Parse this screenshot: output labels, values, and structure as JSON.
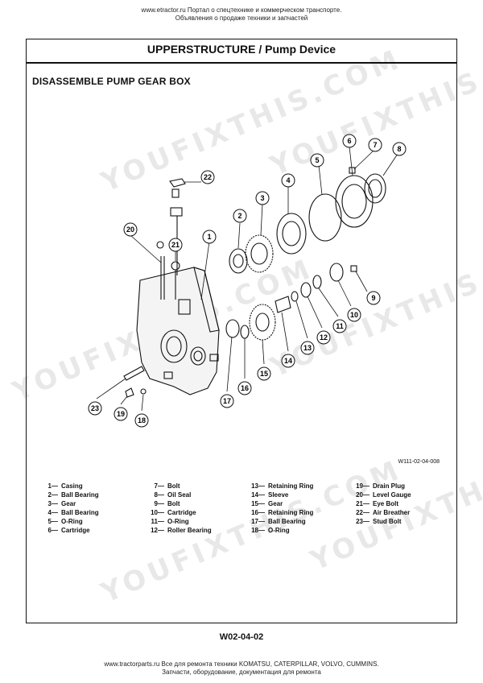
{
  "top_note": {
    "line1": "www.etractor.ru Портал о спецтехнике и коммерческом транспорте.",
    "line2": "Объявления о продаже техники и запчастей"
  },
  "section_title": "UPPERSTRUCTURE / Pump Device",
  "subtitle": "DISASSEMBLE PUMP GEAR BOX",
  "figure_code": "W111-02-04-008",
  "callouts": [
    "1",
    "2",
    "3",
    "4",
    "5",
    "6",
    "7",
    "8",
    "9",
    "10",
    "11",
    "12",
    "13",
    "14",
    "15",
    "16",
    "17",
    "18",
    "19",
    "20",
    "21",
    "22",
    "23"
  ],
  "parts": [
    {
      "no": "1—",
      "name": "Casing"
    },
    {
      "no": "7—",
      "name": "Bolt"
    },
    {
      "no": "13—",
      "name": "Retaining Ring"
    },
    {
      "no": "19—",
      "name": "Drain Plug"
    },
    {
      "no": "2—",
      "name": "Ball Bearing"
    },
    {
      "no": "8—",
      "name": "Oil Seal"
    },
    {
      "no": "14—",
      "name": "Sleeve"
    },
    {
      "no": "20—",
      "name": "Level Gauge"
    },
    {
      "no": "3—",
      "name": "Gear"
    },
    {
      "no": "9—",
      "name": "Bolt"
    },
    {
      "no": "15—",
      "name": "Gear"
    },
    {
      "no": "21—",
      "name": "Eye Bolt"
    },
    {
      "no": "4—",
      "name": "Ball Bearing"
    },
    {
      "no": "10—",
      "name": "Cartridge"
    },
    {
      "no": "16—",
      "name": "Retaining Ring"
    },
    {
      "no": "22—",
      "name": "Air Breather"
    },
    {
      "no": "5—",
      "name": "O-Ring"
    },
    {
      "no": "11—",
      "name": "O-Ring"
    },
    {
      "no": "17—",
      "name": "Ball Bearing"
    },
    {
      "no": "23—",
      "name": "Stud Bolt"
    },
    {
      "no": "6—",
      "name": "Cartridge"
    },
    {
      "no": "12—",
      "name": "Roller Bearing"
    },
    {
      "no": "18—",
      "name": "O-Ring"
    },
    {
      "no": "",
      "name": ""
    }
  ],
  "page_number": "W02-04-02",
  "bottom_note": {
    "line1": "www.tractorparts.ru Все для ремонта техники KOMATSU, CATERPILLAR, VOLVO, CUMMINS.",
    "line2": "Запчасти, оборудование, документация для ремонта"
  },
  "watermarks": [
    "YOUFIXTHIS.COM",
    "YOUFIXTHIS.COM",
    "YOUFIXTHIS.COM",
    "YOUFIXTHIS.COM",
    "YOUFIXTHIS.COM",
    "YOUFIXTHIS.COM"
  ]
}
